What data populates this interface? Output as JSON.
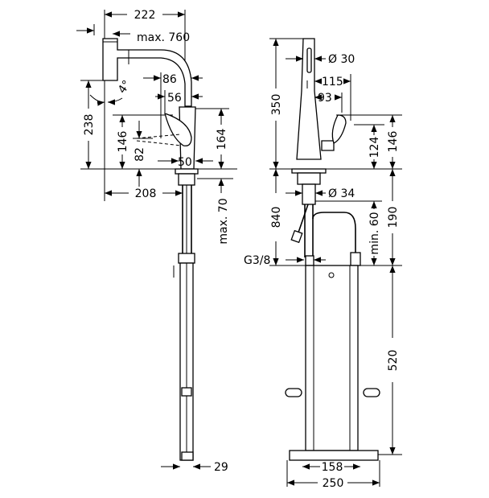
{
  "side_view": {
    "width_222": "222",
    "max_760": "max. 760",
    "d_86": "86",
    "d_56": "56",
    "angle_4": "4°",
    "h_238": "238",
    "h_146": "146",
    "h_82": "82",
    "h_164": "164",
    "w_50": "50",
    "d_208": "208",
    "max_70": "max. 70",
    "w_29": "29"
  },
  "front_view": {
    "dia_30": "Ø 30",
    "d_115": "115",
    "d_93": "93",
    "h_350": "350",
    "h_124": "124",
    "h_146": "146",
    "dia_34": "Ø 34",
    "h_840": "840",
    "min_60": "min. 60",
    "h_190": "190",
    "thread": "G3/8",
    "h_520": "520",
    "w_158": "158",
    "w_250": "250"
  }
}
